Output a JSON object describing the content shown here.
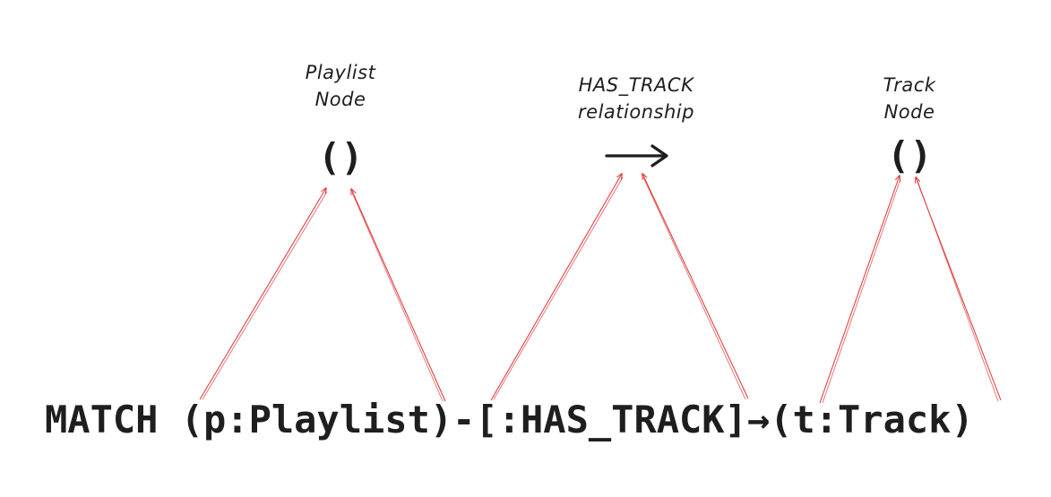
{
  "labels": {
    "playlist_node": {
      "line1": "Playlist",
      "line2": "Node"
    },
    "has_track_rel": {
      "line1": "HAS_TRACK",
      "line2": "relationship"
    },
    "track_node": {
      "line1": "Track",
      "line2": "Node"
    }
  },
  "symbols": {
    "node_playlist": "()",
    "node_track": "()"
  },
  "query": {
    "text": "MATCH (p:Playlist)-[:HAS_TRACK]→(t:Track)"
  },
  "colors": {
    "ink": "#1e1e1e",
    "annotation": "#e03131"
  }
}
